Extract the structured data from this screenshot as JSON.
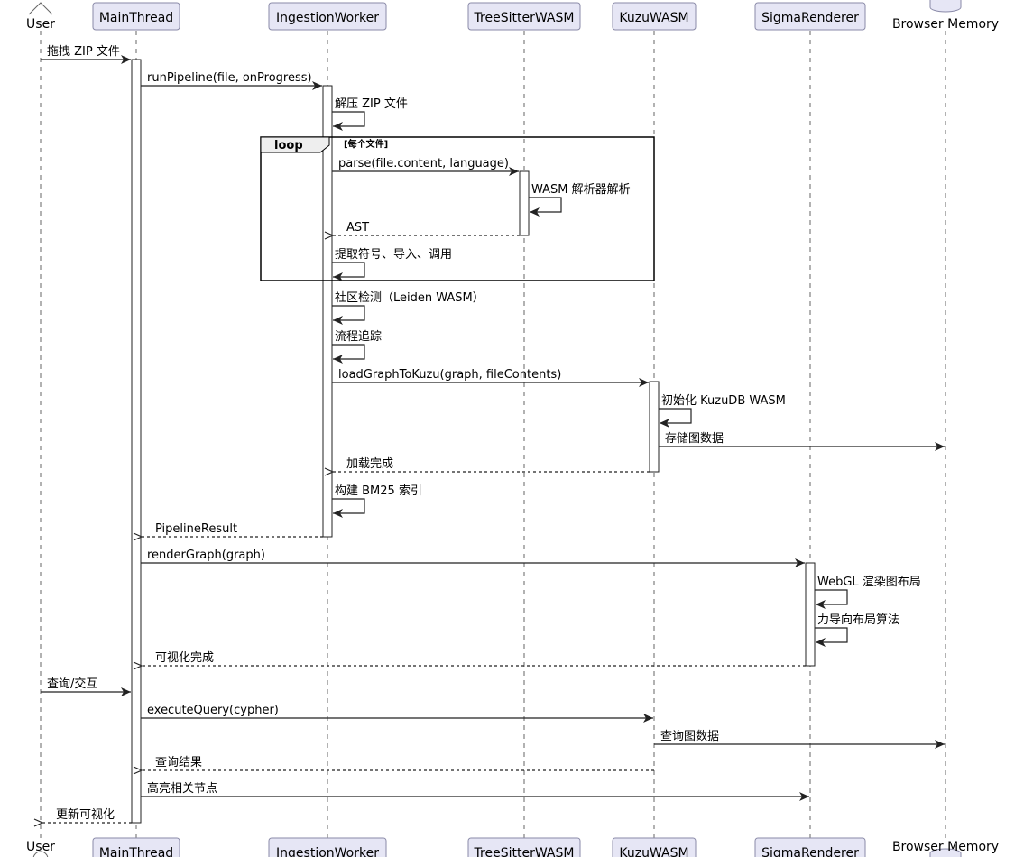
{
  "participants": [
    {
      "id": "user",
      "name": "User",
      "kind": "actor"
    },
    {
      "id": "main",
      "name": "MainThread",
      "kind": "box"
    },
    {
      "id": "worker",
      "name": "IngestionWorker",
      "kind": "box"
    },
    {
      "id": "ts",
      "name": "TreeSitterWASM",
      "kind": "box"
    },
    {
      "id": "kuzu",
      "name": "KuzuWASM",
      "kind": "box"
    },
    {
      "id": "sigma",
      "name": "SigmaRenderer",
      "kind": "box"
    },
    {
      "id": "mem",
      "name": "Browser Memory",
      "kind": "database"
    }
  ],
  "loop": {
    "keyword": "loop",
    "condition": "[每个文件]"
  },
  "messages": [
    {
      "from": "user",
      "to": "main",
      "label": "拖拽 ZIP 文件",
      "type": "sync"
    },
    {
      "from": "main",
      "to": "worker",
      "label": "runPipeline(file, onProgress)",
      "type": "sync"
    },
    {
      "from": "worker",
      "to": "worker",
      "label": "解压 ZIP 文件",
      "type": "self"
    },
    {
      "from": "worker",
      "to": "ts",
      "label": "parse(file.content, language)",
      "type": "sync"
    },
    {
      "from": "ts",
      "to": "ts",
      "label": "WASM 解析器解析",
      "type": "self"
    },
    {
      "from": "ts",
      "to": "worker",
      "label": "AST",
      "type": "return"
    },
    {
      "from": "worker",
      "to": "worker",
      "label": "提取符号、导入、调用",
      "type": "self"
    },
    {
      "from": "worker",
      "to": "worker",
      "label": "社区检测（Leiden WASM）",
      "type": "self"
    },
    {
      "from": "worker",
      "to": "worker",
      "label": "流程追踪",
      "type": "self"
    },
    {
      "from": "worker",
      "to": "kuzu",
      "label": "loadGraphToKuzu(graph, fileContents)",
      "type": "sync"
    },
    {
      "from": "kuzu",
      "to": "kuzu",
      "label": "初始化 KuzuDB WASM",
      "type": "self"
    },
    {
      "from": "kuzu",
      "to": "mem",
      "label": "存储图数据",
      "type": "sync"
    },
    {
      "from": "kuzu",
      "to": "worker",
      "label": "加载完成",
      "type": "return"
    },
    {
      "from": "worker",
      "to": "worker",
      "label": "构建 BM25 索引",
      "type": "self"
    },
    {
      "from": "worker",
      "to": "main",
      "label": "PipelineResult",
      "type": "return"
    },
    {
      "from": "main",
      "to": "sigma",
      "label": "renderGraph(graph)",
      "type": "sync"
    },
    {
      "from": "sigma",
      "to": "sigma",
      "label": "WebGL 渲染图布局",
      "type": "self"
    },
    {
      "from": "sigma",
      "to": "sigma",
      "label": "力导向布局算法",
      "type": "self"
    },
    {
      "from": "sigma",
      "to": "main",
      "label": "可视化完成",
      "type": "return"
    },
    {
      "from": "user",
      "to": "main",
      "label": "查询/交互",
      "type": "sync"
    },
    {
      "from": "main",
      "to": "kuzu",
      "label": "executeQuery(cypher)",
      "type": "sync"
    },
    {
      "from": "kuzu",
      "to": "mem",
      "label": "查询图数据",
      "type": "sync"
    },
    {
      "from": "kuzu",
      "to": "main",
      "label": "查询结果",
      "type": "return"
    },
    {
      "from": "main",
      "to": "sigma",
      "label": "高亮相关节点",
      "type": "sync"
    },
    {
      "from": "main",
      "to": "user",
      "label": "更新可视化",
      "type": "return"
    }
  ]
}
